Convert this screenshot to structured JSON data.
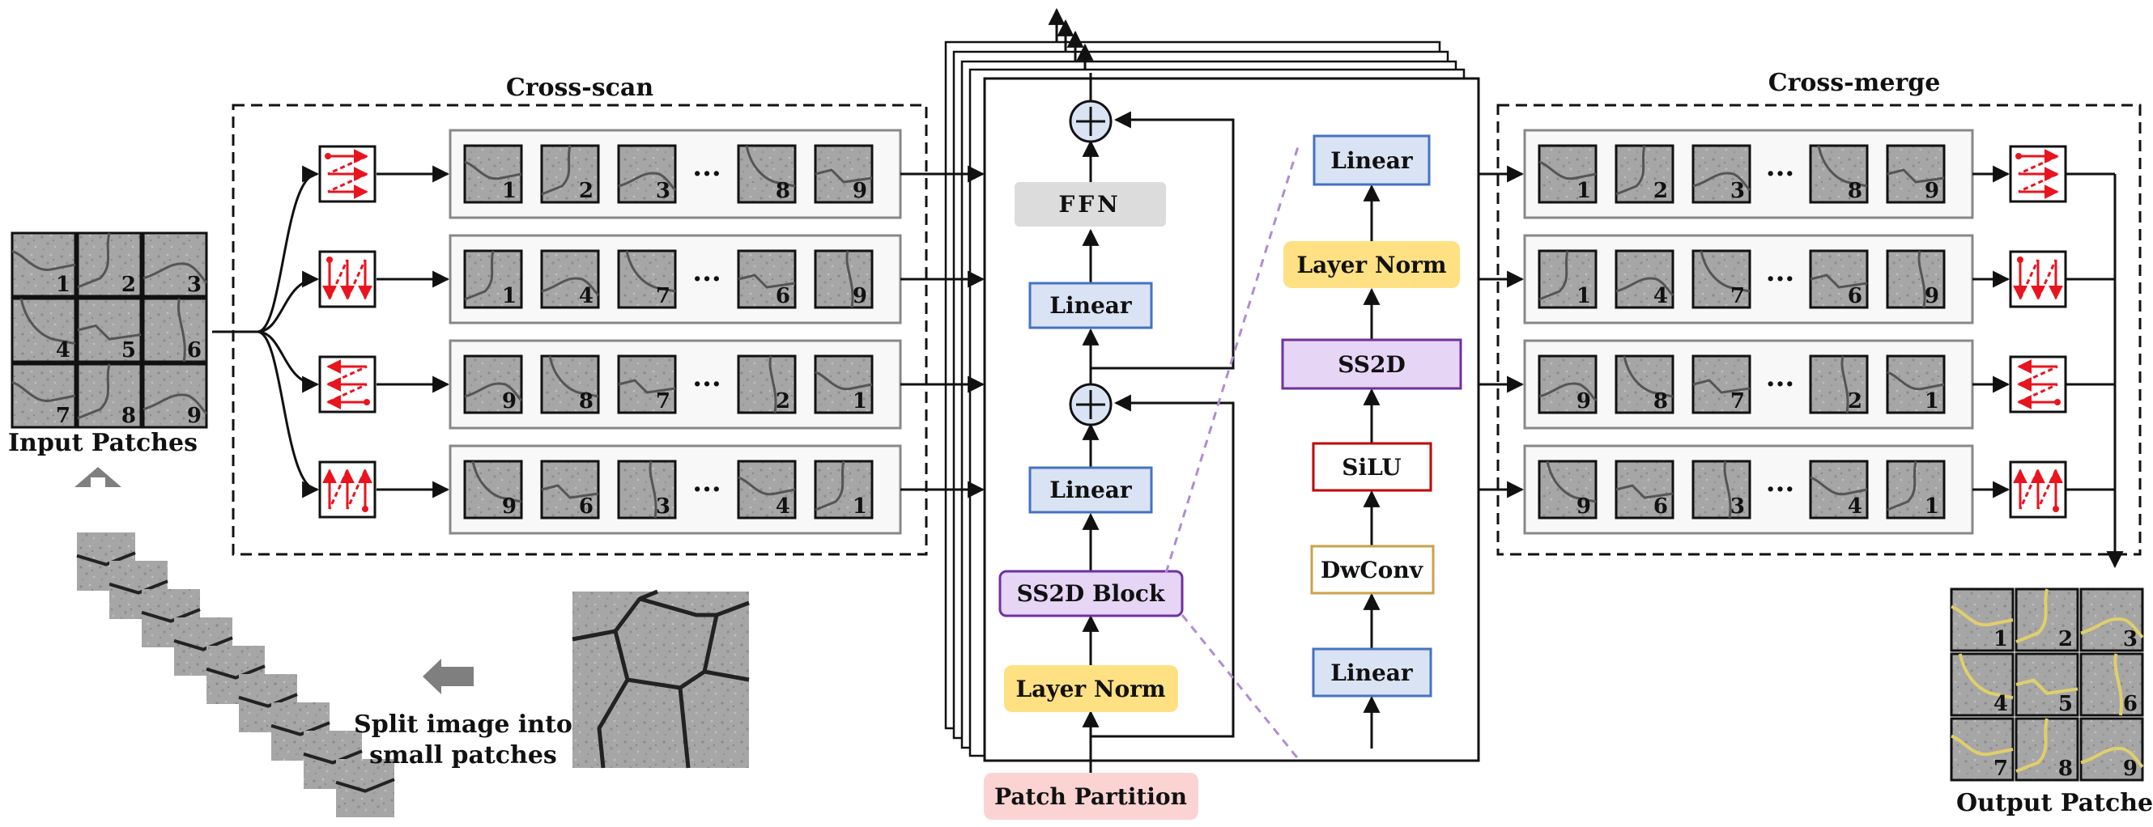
{
  "labels": {
    "cross_scan": "Cross-scan",
    "cross_merge": "Cross-merge",
    "input_patches": "Input Patches",
    "output_patches": "Output Patches",
    "split_line1": "Split image into",
    "split_line2": "small patches",
    "patch_partition": "Patch Partition"
  },
  "left_block": {
    "ffn": "FFN",
    "linear_top": "Linear",
    "linear_mid": "Linear",
    "ss2d_block": "SS2D Block",
    "layer_norm": "Layer Norm"
  },
  "right_block": {
    "linear_top": "Linear",
    "layer_norm": "Layer Norm",
    "ss2d": "SS2D",
    "silu": "SiLU",
    "dwconv": "DwConv",
    "linear_bottom": "Linear"
  },
  "grid_numbers": [
    "1",
    "2",
    "3",
    "4",
    "5",
    "6",
    "7",
    "8",
    "9"
  ],
  "scan_sequences": [
    [
      "1",
      "2",
      "3",
      "8",
      "9"
    ],
    [
      "1",
      "4",
      "7",
      "6",
      "9"
    ],
    [
      "9",
      "8",
      "7",
      "2",
      "1"
    ],
    [
      "9",
      "6",
      "3",
      "4",
      "1"
    ]
  ],
  "ellipsis": "···",
  "colors": {
    "scan_red": "#e8141e",
    "linear_fill": "#dae3f3",
    "linear_border": "#4472c4",
    "layernorm_fill": "#ffe082",
    "ss2d_fill": "#e6d5f5",
    "ss2d_border": "#7030a0",
    "silu_border": "#c00000",
    "dwconv_border": "#c9a24a",
    "ffn_fill": "#dcdcdc",
    "partition_fill": "#fbd3d3",
    "plus_fill": "#dae3f3",
    "patch_fill": "#a9a9a9",
    "crack_overlay": "#e0cf6a",
    "dashed_purple": "#b18cd1"
  }
}
